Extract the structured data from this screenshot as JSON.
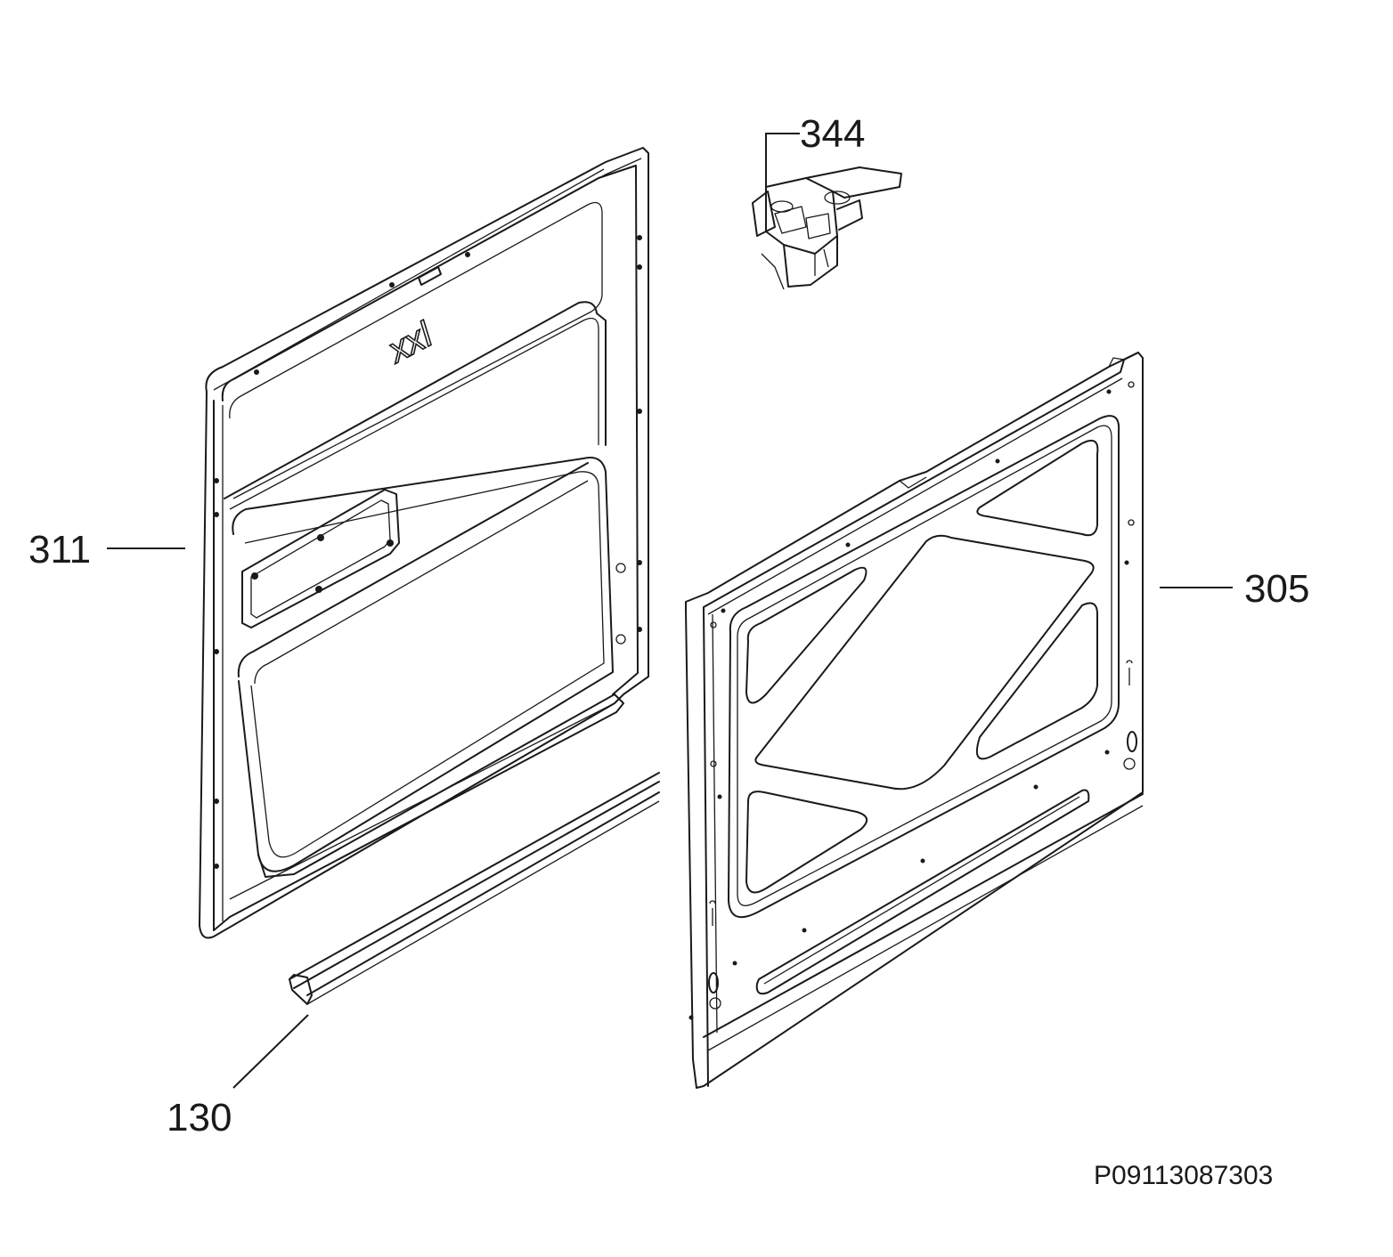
{
  "diagram": {
    "callouts": [
      {
        "id": "344",
        "label": "344"
      },
      {
        "id": "311",
        "label": "311"
      },
      {
        "id": "305",
        "label": "305"
      },
      {
        "id": "130",
        "label": "130"
      }
    ],
    "embossed_mark": "xxl",
    "document_code": "P09113087303"
  }
}
